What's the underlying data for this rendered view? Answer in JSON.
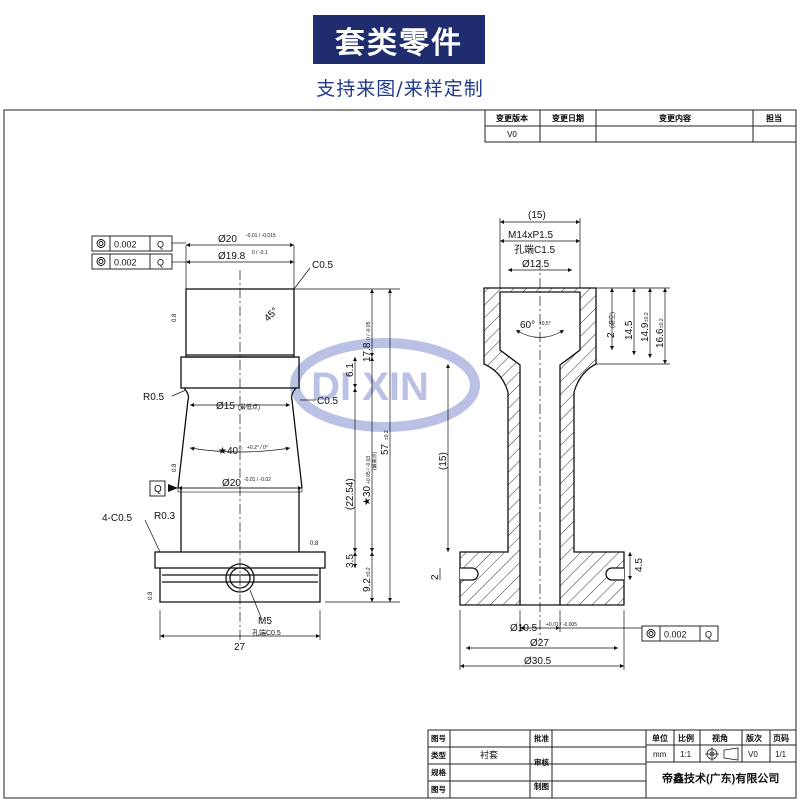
{
  "header": {
    "title": "套类零件",
    "subtitle": "支持来图/来样定制"
  },
  "colors": {
    "title_bg": "#1f2d6e",
    "subtitle": "#1f3a8c",
    "watermark": "#3d4fb5"
  },
  "watermark": "DI XIN",
  "revision_table": {
    "headers": [
      "变更版本",
      "变更日期",
      "变更内容",
      "担当"
    ],
    "rows": [
      [
        "V0",
        "",
        "",
        ""
      ]
    ]
  },
  "left_view": {
    "gdt": [
      {
        "symbol": "concentricity-icon",
        "value": "0.002",
        "datum": "Q"
      },
      {
        "symbol": "concentricity-icon",
        "value": "0.002",
        "datum": "Q"
      }
    ],
    "dims": {
      "d20_top": "Ø20",
      "d20_top_tol": "-0.01 / -0.015",
      "d198": "Ø19.8",
      "d198_tol": "0 / -0.1",
      "c05_top": "C0.5",
      "angle45": "45°",
      "r05": "R0.5",
      "d15": "Ø15",
      "d15_note": "(最低点)",
      "c05_mid": "C0.5",
      "angle40": "★40°",
      "angle40_tol": "+0.2° / 0°",
      "datum_q": "Q",
      "d20_mid": "Ø20",
      "d20_mid_tol": "-0.01 / -0.02",
      "c05_4": "4-C0.5",
      "r03": "R0.3",
      "m5": "M5",
      "m5_note": "孔端C0.5",
      "width27": "27",
      "h178": "17.8",
      "h178_tol": "0 / -0.05",
      "h61": "6.1",
      "h57": "57",
      "h57_tol": "±0.2",
      "h2254": "(22.54)",
      "h30": "★30",
      "h30_tol": "+0.05 / -0.03",
      "h30_note": "(最高点)",
      "h35": "3.5",
      "h92": "9.2",
      "h92_tol": "±0.2",
      "rough": "0.8"
    }
  },
  "right_view": {
    "dims": {
      "d15ref": "(15)",
      "thread": "M14xP1.5",
      "thread_note": "孔端C1.5",
      "d125": "Ø12.5",
      "angle60": "60°",
      "angle60_tol": "±0.5°",
      "depth2": "2",
      "depth2_note": "(避空)",
      "h145": "14.5",
      "h149": "14.9",
      "h149_tol": "±0.2",
      "h166": "16.6",
      "h166_tol": "±0.2",
      "h15ref": "(15)",
      "h2": "2",
      "h45": "4.5",
      "d105": "Ø10.5",
      "d105_tol": "+0.01 / -0.005",
      "d27": "Ø27",
      "d305": "Ø30.5"
    },
    "gdt": {
      "symbol": "concentricity-icon",
      "value": "0.002",
      "datum": "Q"
    }
  },
  "title_block": {
    "labels_left": [
      "图号",
      "类型",
      "规格",
      "图号"
    ],
    "type_value": "衬套",
    "labels_mid": [
      "批准",
      "审核",
      "制图"
    ],
    "unit_header": [
      "单位",
      "比例",
      "视角",
      "版次",
      "页码"
    ],
    "unit_values": [
      "mm",
      "1:1",
      "",
      "V0",
      "1/1"
    ],
    "company": "帝鑫技术(广东)有限公司"
  }
}
